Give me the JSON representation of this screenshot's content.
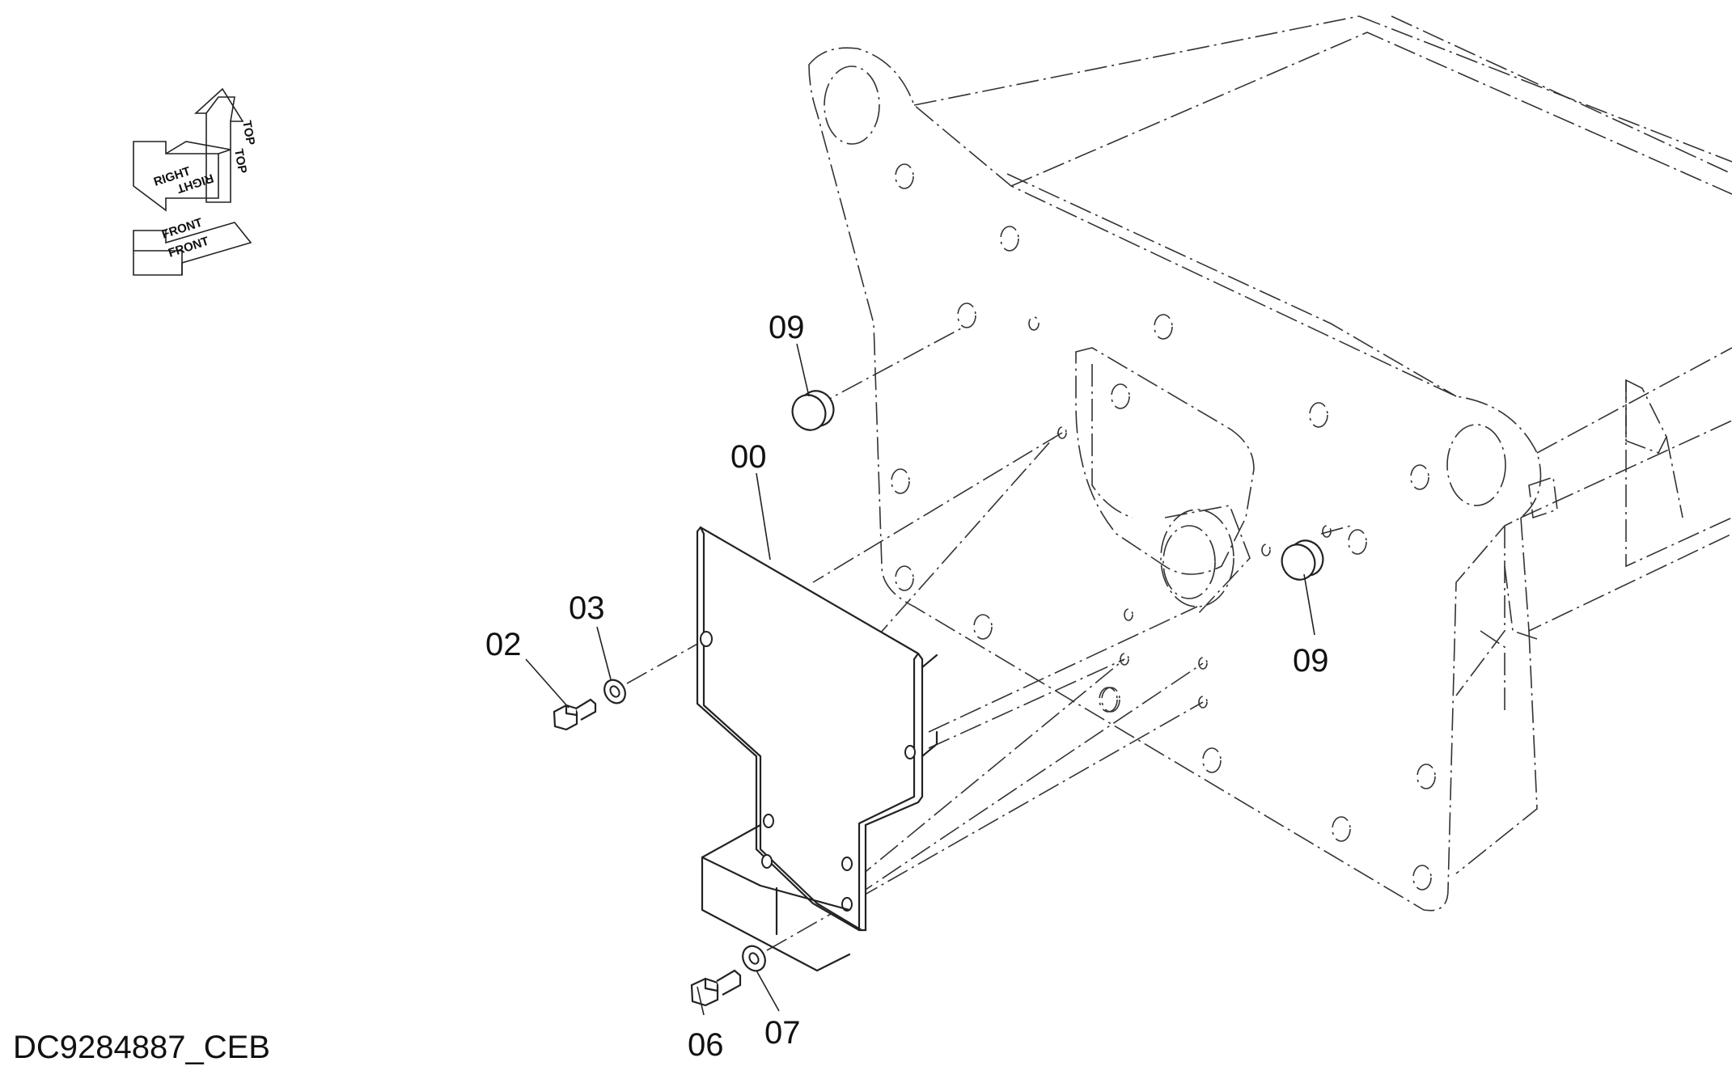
{
  "drawing_code": "DC9284887_CEB",
  "orientation": {
    "top": "TOP",
    "right": "RIGHT",
    "front": "FRONT"
  },
  "callouts": [
    {
      "id": "c00",
      "label": "00"
    },
    {
      "id": "c02",
      "label": "02"
    },
    {
      "id": "c03",
      "label": "03"
    },
    {
      "id": "c06",
      "label": "06"
    },
    {
      "id": "c07",
      "label": "07"
    },
    {
      "id": "c09a",
      "label": "09"
    },
    {
      "id": "c09b",
      "label": "09"
    }
  ]
}
